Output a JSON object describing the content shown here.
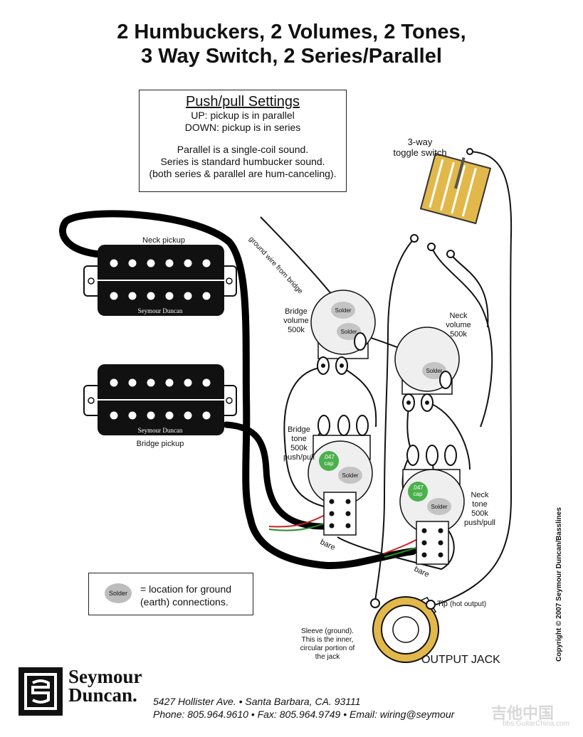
{
  "title": {
    "line1": "2 Humbuckers, 2 Volumes, 2 Tones,",
    "line2": "3 Way Switch, 2 Series/Parallel"
  },
  "settings": {
    "heading": "Push/pull Settings",
    "up": "UP:  pickup is in parallel",
    "down": "DOWN: pickup is in series",
    "parallel": "Parallel is a single-coil sound.",
    "series": "Series is standard humbucker sound.",
    "note": "(both series & parallel are hum-canceling)."
  },
  "labels": {
    "neck_pickup": "Neck pickup",
    "bridge_pickup": "Bridge pickup",
    "pickup_brand": "Seymour Duncan",
    "ground_wire": "ground wire from bridge",
    "toggle_line1": "3-way",
    "toggle_line2": "toggle switch",
    "bridge_volume": [
      "Bridge",
      "volume",
      "500k"
    ],
    "neck_volume": [
      "Neck",
      "volume",
      "500k"
    ],
    "bridge_tone": [
      "Bridge",
      "tone",
      "500k",
      "push/pull"
    ],
    "neck_tone": [
      "Neck",
      "tone",
      "500k",
      "push/pull"
    ],
    "solder": "Solder",
    "cap_top": ".047",
    "cap_bottom": "cap",
    "bare": "bare",
    "tip": "Tip",
    "tip_note": "(hot output)",
    "sleeve": [
      "Sleeve (ground).",
      "This is the inner,",
      "circular portion of",
      "the jack"
    ],
    "output_jack": "OUTPUT JACK"
  },
  "legend": {
    "blob": "Solder",
    "line1": "= location for ground",
    "line2": "(earth) connections."
  },
  "footer": {
    "brand_line1": "Seymour",
    "brand_line2": "Duncan.",
    "address": "5427 Hollister Ave.  •  Santa Barbara, CA. 93111",
    "contact": "Phone: 805.964.9610  •  Fax: 805.964.9749  •  Email: wiring@seymour",
    "copyright": "Copyright © 2007 Seymour Duncan/Basslines"
  },
  "watermark": {
    "text": "吉他中国",
    "url": "bbs.GuitarChina.com"
  },
  "colors": {
    "cap_green": "#4cb04c",
    "switch_yellow": "#e2b84a",
    "solder_gray": "#c4c4c4",
    "wire_red": "#cc2222",
    "wire_green": "#2a8a2a"
  }
}
